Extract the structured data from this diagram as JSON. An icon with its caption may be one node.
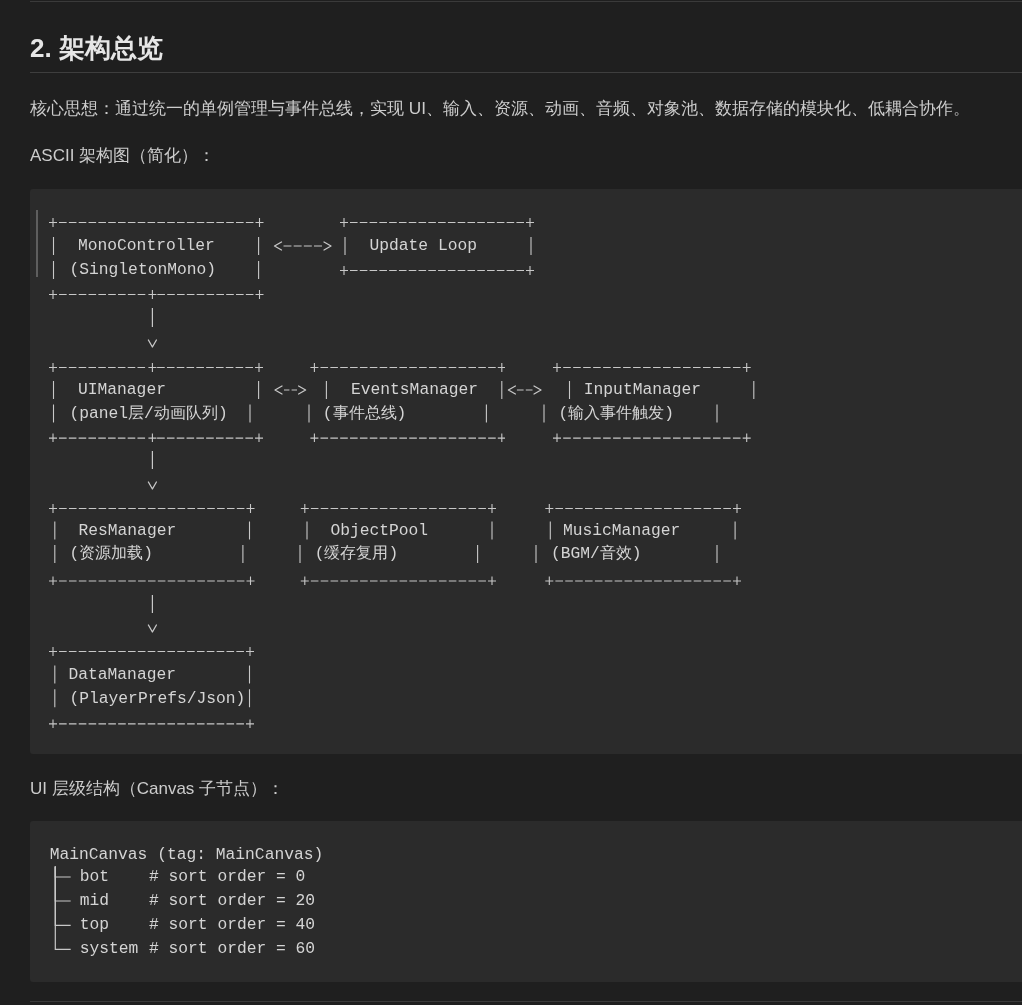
{
  "diagram": {
    "title": "2. 架构总览",
    "nodes": [
      {
        "text": [
          "MonoController",
          "(SingletonMono)"
        ]
      },
      {
        "text": [
          "Update Loop"
        ]
      },
      {
        "text": [
          "UIManager",
          "(panel层/动画队列)"
        ]
      },
      {
        "text": [
          "EventsManager",
          "(事件总线)"
        ]
      },
      {
        "text": [
          "InputManager",
          "(输入事件触发)"
        ]
      },
      {
        "text": [
          "ResManager",
          "(资源加载)"
        ]
      },
      {
        "text": [
          "ObjectPool",
          "(缓存复用)"
        ]
      },
      {
        "text": [
          "MusicManager",
          "(BGM/音效)"
        ]
      },
      {
        "text": [
          "DataManager",
          "(PlayerPrefs/Json)"
        ]
      },
      {
        "text": [
          "MainCanvas (tag: MainCanvas)"
        ]
      },
      {
        "text": [
          "bot"
        ]
      },
      {
        "text": [
          "mid"
        ]
      },
      {
        "text": [
          "top"
        ]
      },
      {
        "text": [
          "system"
        ]
      }
    ],
    "edges": [
      {
        "from": 0,
        "to": 1,
        "arrow": "both",
        "style": "dashed"
      },
      {
        "from": 0,
        "to": 2,
        "arrow": "to"
      },
      {
        "from": 2,
        "to": 3,
        "arrow": "both",
        "style": "dashed"
      },
      {
        "from": 3,
        "to": 4,
        "arrow": "both",
        "style": "dashed"
      },
      {
        "from": 2,
        "to": 5,
        "arrow": "to"
      },
      {
        "from": 5,
        "to": 8,
        "arrow": "to"
      },
      {
        "from": 9,
        "to": 10,
        "arrow": "none"
      },
      {
        "from": 9,
        "to": 11,
        "arrow": "none"
      },
      {
        "from": 9,
        "to": 12,
        "arrow": "none"
      },
      {
        "from": 9,
        "to": 13,
        "arrow": "none"
      }
    ],
    "labels": [
      "核心思想：通过统一的单例管理与事件总线，实现 UI、输入、资源、动画、音频、对象池、数据存储的模块化、低耦合协作。",
      "ASCII 架构图（简化）：",
      "UI 层级结构（Canvas 子节点）：",
      "# sort order = 0",
      "# sort order = 20",
      "# sort order = 40",
      "# sort order = 60"
    ]
  }
}
